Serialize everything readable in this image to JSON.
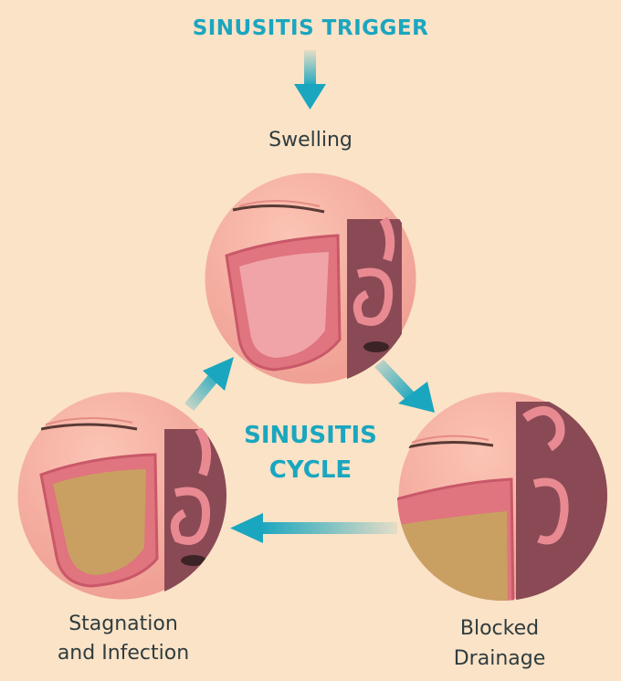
{
  "diagram": {
    "trigger_label": "SINUSITIS TRIGGER",
    "center_label_line1": "SINUSITIS",
    "center_label_line2": "CYCLE",
    "stages": [
      {
        "line1": "Swelling",
        "line2": ""
      },
      {
        "line1": "Blocked",
        "line2": "Drainage"
      },
      {
        "line1": "Stagnation",
        "line2": "and Infection"
      }
    ]
  },
  "colors": {
    "background": "#fbe3c7",
    "accent": "#1aa6bf",
    "label_text": "#2f3c3e",
    "skin": "#f3a59c",
    "sinus_tissue": "#e98a92",
    "mucus": "#c9a062"
  }
}
